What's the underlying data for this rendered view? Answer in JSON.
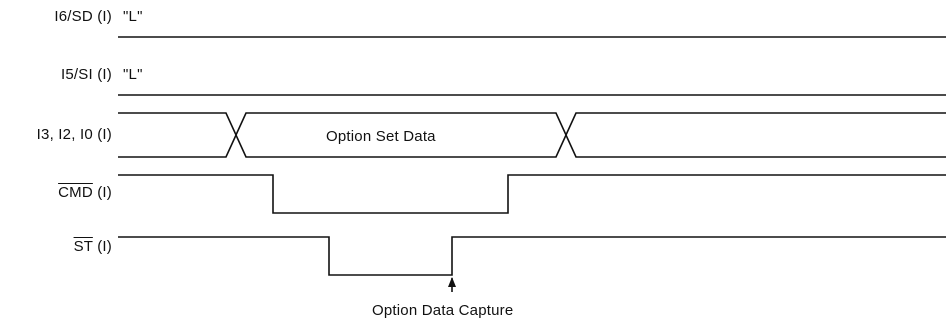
{
  "signals": [
    {
      "name": "I6/SD",
      "suffix": " (I)",
      "level": "\"L\""
    },
    {
      "name": "I5/SI",
      "suffix": " (I)",
      "level": "\"L\""
    },
    {
      "name": "I3, I2, I0",
      "suffix": " (I)",
      "data_label": "Option Set Data"
    },
    {
      "name": "CMD",
      "suffix": " (I)",
      "active_low": true
    },
    {
      "name": "ST",
      "suffix": " (I)",
      "active_low": true
    }
  ],
  "annotations": {
    "capture": "Option Data Capture"
  }
}
